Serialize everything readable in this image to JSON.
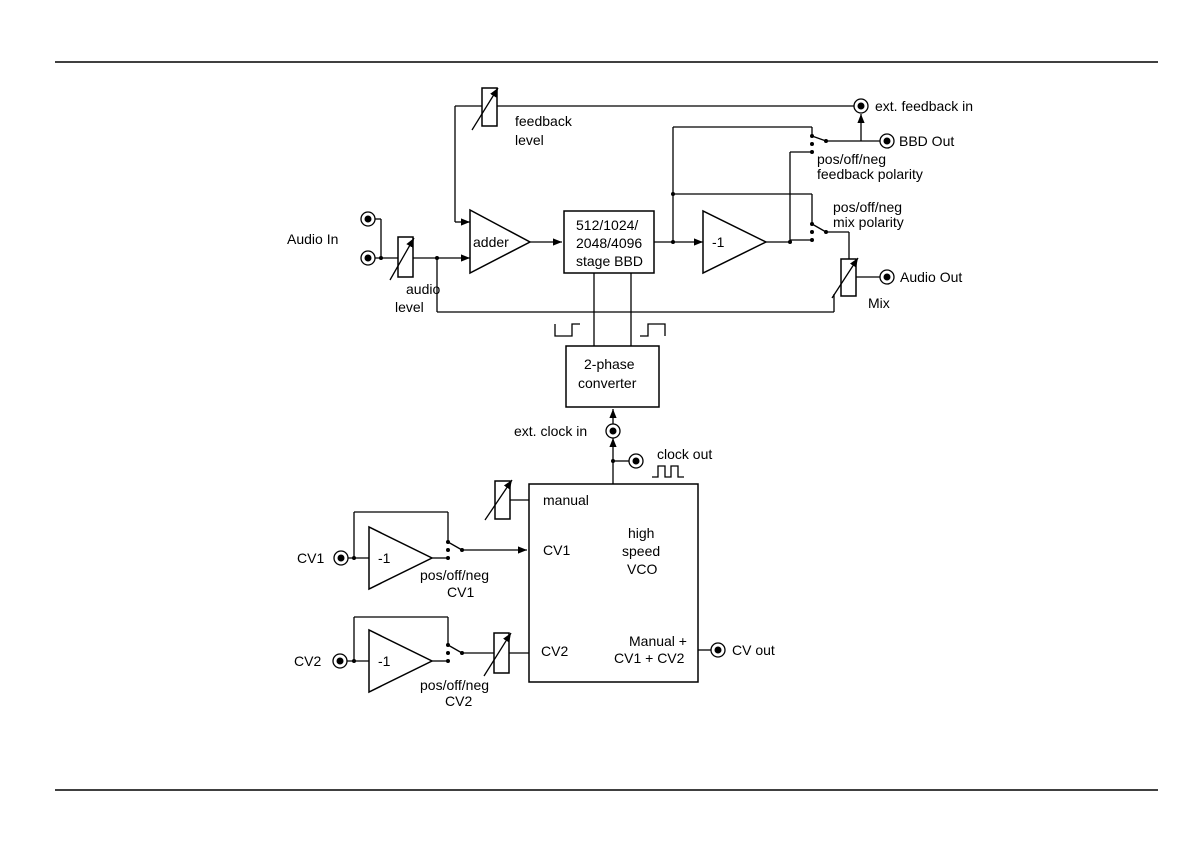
{
  "labels": {
    "ext_feedback_in": "ext. feedback in",
    "feedback_level_1": "feedback",
    "feedback_level_2": "level",
    "bbd_out": "BBD Out",
    "fb_polarity_1": "pos/off/neg",
    "fb_polarity_2": "feedback polarity",
    "mix_polarity_1": "pos/off/neg",
    "mix_polarity_2": "mix polarity",
    "audio_in": "Audio In",
    "adder": "adder",
    "bbd_1": "512/1024/",
    "bbd_2": "2048/4096",
    "bbd_3": "stage BBD",
    "inverter": "-1",
    "audio_out": "Audio Out",
    "audio_level_1": "audio",
    "audio_level_2": "level",
    "mix": "Mix",
    "converter_1": "2-phase",
    "converter_2": "converter",
    "ext_clock_in": "ext. clock in",
    "clock_out": "clock out",
    "manual": "manual",
    "vco_1": "high",
    "vco_2": "speed",
    "vco_3": "VCO",
    "vco_cv1": "CV1",
    "vco_cv2": "CV2",
    "sum_1": "Manual +",
    "sum_2": "CV1 + CV2",
    "cv_out": "CV out",
    "cv1": "CV1",
    "cv1_pol_1": "pos/off/neg",
    "cv1_pol_2": "CV1",
    "cv2": "CV2",
    "cv2_pol_1": "pos/off/neg",
    "cv2_pol_2": "CV2"
  }
}
